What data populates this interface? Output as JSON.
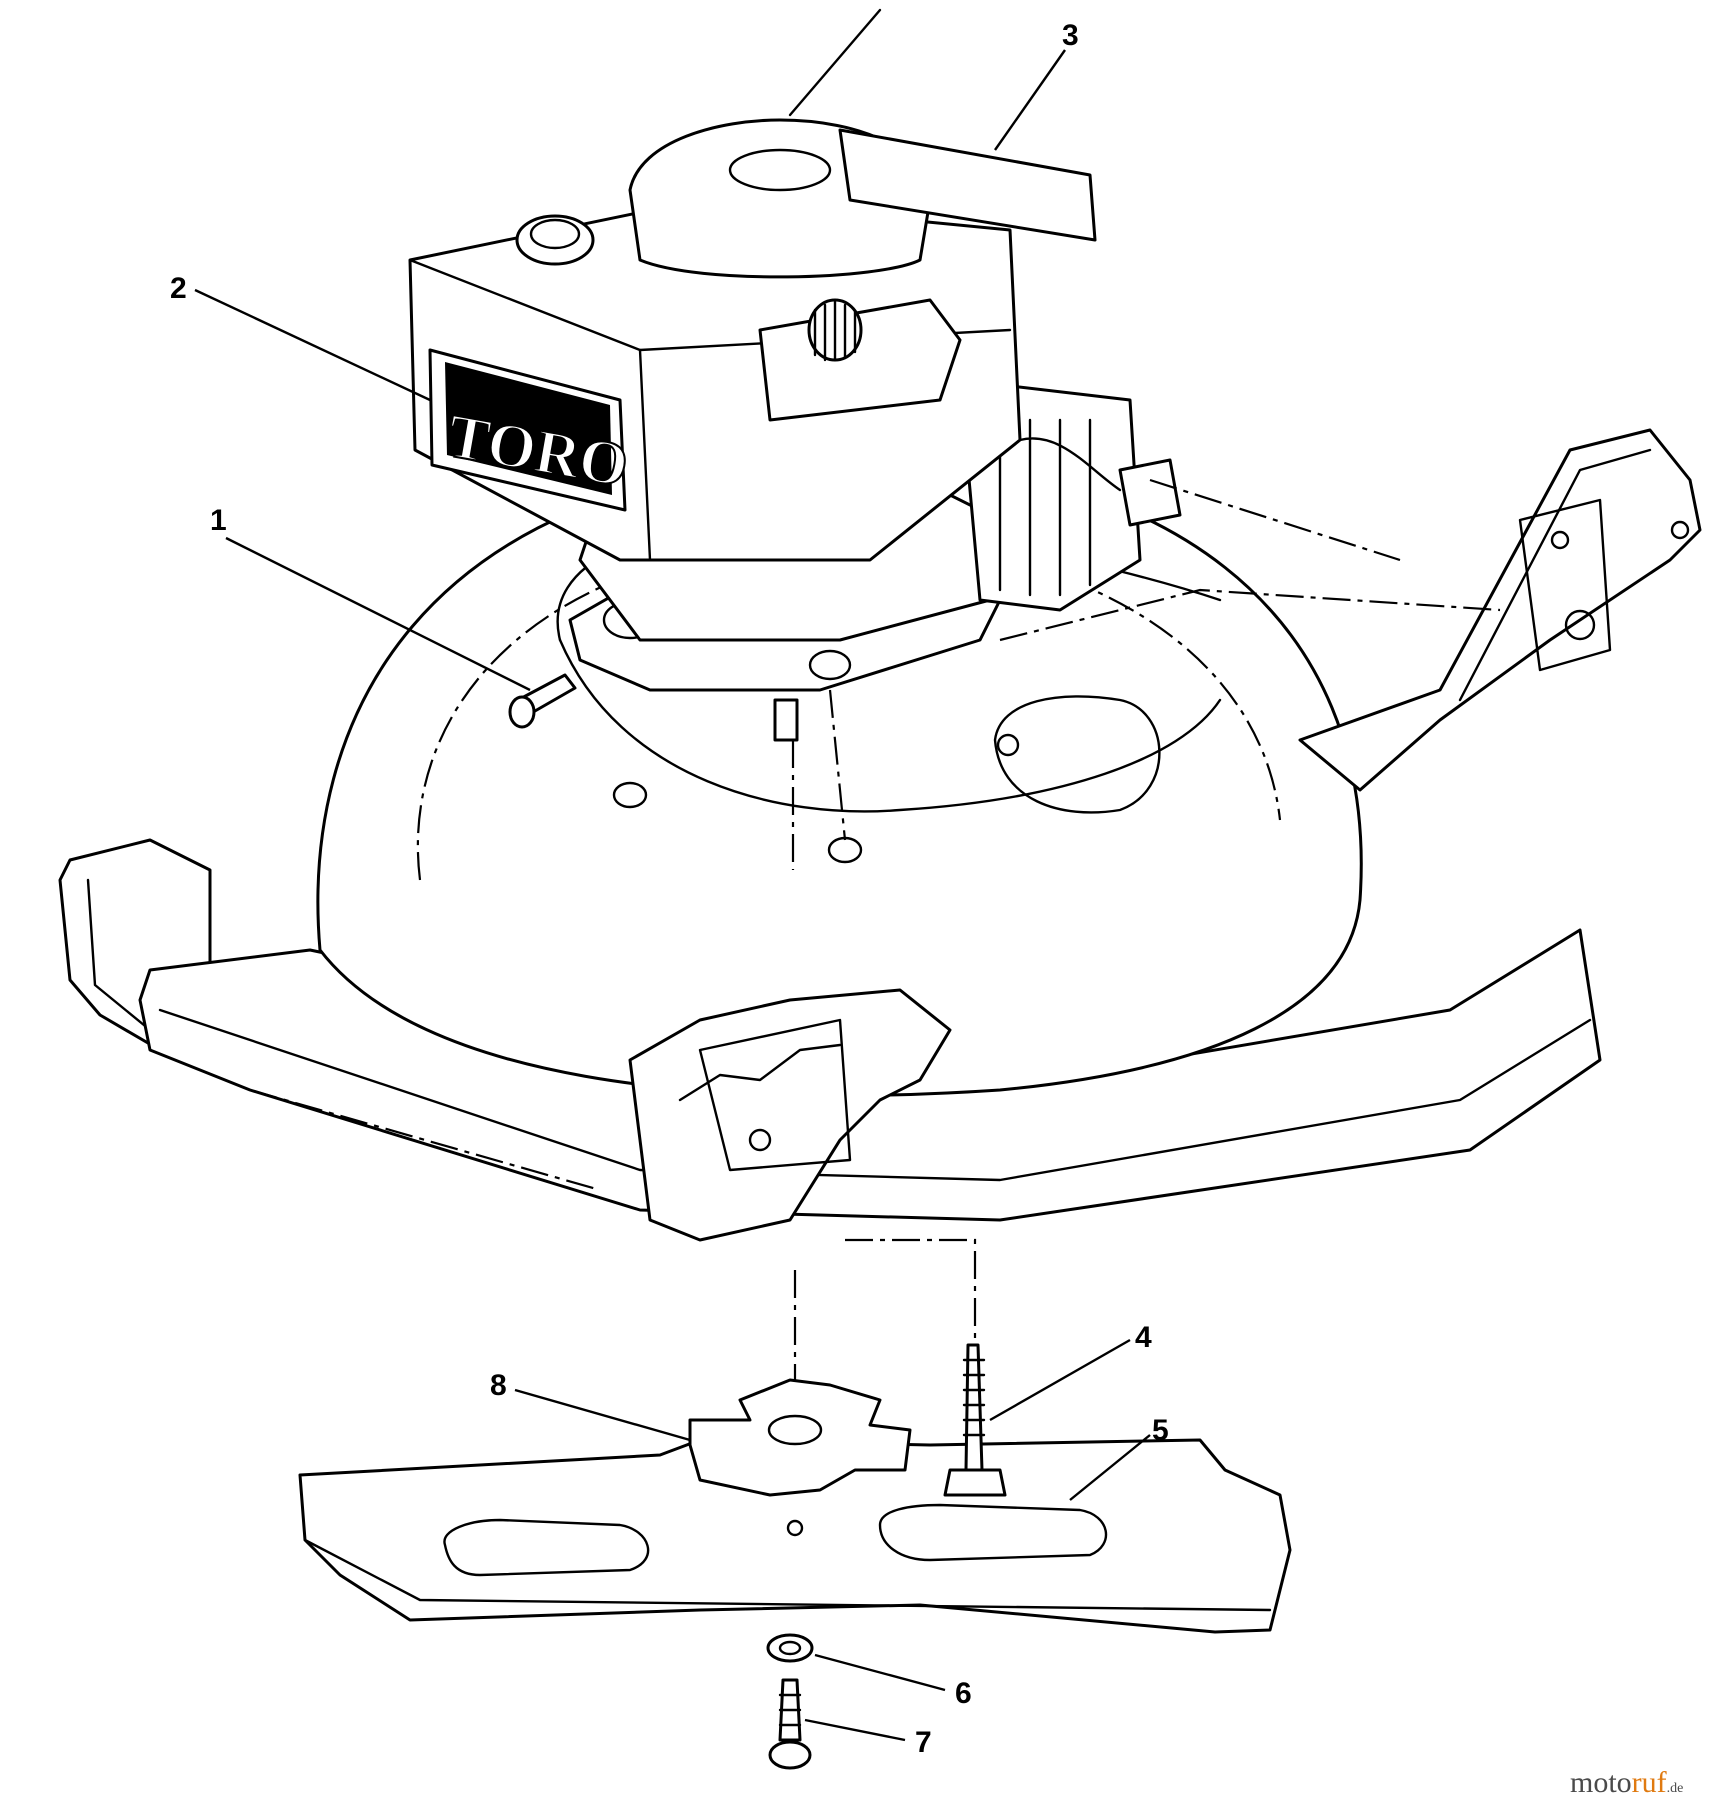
{
  "labels": [
    {
      "id": "1",
      "text": "1"
    },
    {
      "id": "2",
      "text": "2"
    },
    {
      "id": "3",
      "text": "3"
    },
    {
      "id": "4",
      "text": "4"
    },
    {
      "id": "5",
      "text": "5"
    },
    {
      "id": "6",
      "text": "6"
    },
    {
      "id": "7",
      "text": "7"
    },
    {
      "id": "8",
      "text": "8"
    }
  ],
  "engine_brand": "TORO",
  "watermark": {
    "part_a": "moto",
    "part_b": "ruf",
    "suffix": ".de"
  }
}
